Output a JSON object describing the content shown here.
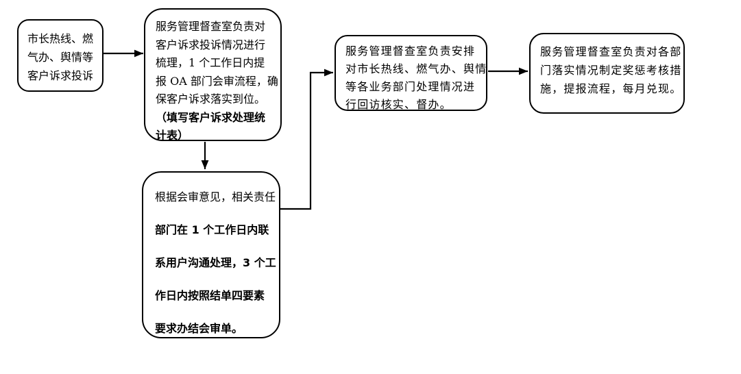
{
  "flowchart": {
    "boxes": {
      "intake": {
        "lines": [
          "市长热线、燃",
          "气办、舆情等",
          "客户诉求投诉"
        ]
      },
      "triage": {
        "lines": [
          "服务管理督查室负责对",
          "客户诉求投诉情况进行",
          "梳理，1 个工作日内提",
          "报 OA 部门会审流程，确",
          "保客户诉求落实到位。",
          "（填写客户诉求处理统",
          "计表）"
        ]
      },
      "handle": {
        "lines": [
          "根据会审意见，相关责任",
          "部门在 1 个工作日内联",
          "系用户沟通处理，3 个工",
          "作日内按照结单四要素",
          "要求办结会审单。"
        ]
      },
      "verify": {
        "lines": [
          "服务管理督查室负责安排",
          "对市长热线、燃气办、舆情",
          "等各业务部门处理情况进",
          "行回访核实、督办。"
        ]
      },
      "assess": {
        "lines": [
          "服务管理督查室负责对各部",
          "门落实情况制定奖惩考核措",
          "施，提报流程，每月兑现。"
        ]
      }
    },
    "connectors": [
      {
        "from": "intake",
        "to": "triage",
        "style": "arrow"
      },
      {
        "from": "triage",
        "to": "handle",
        "style": "arrow"
      },
      {
        "from": "handle",
        "to": "verify",
        "style": "elbow-arrow"
      },
      {
        "from": "verify",
        "to": "assess",
        "style": "arrow"
      }
    ]
  },
  "colors": {
    "stroke": "#000000",
    "background": "#ffffff",
    "text": "#000000"
  }
}
